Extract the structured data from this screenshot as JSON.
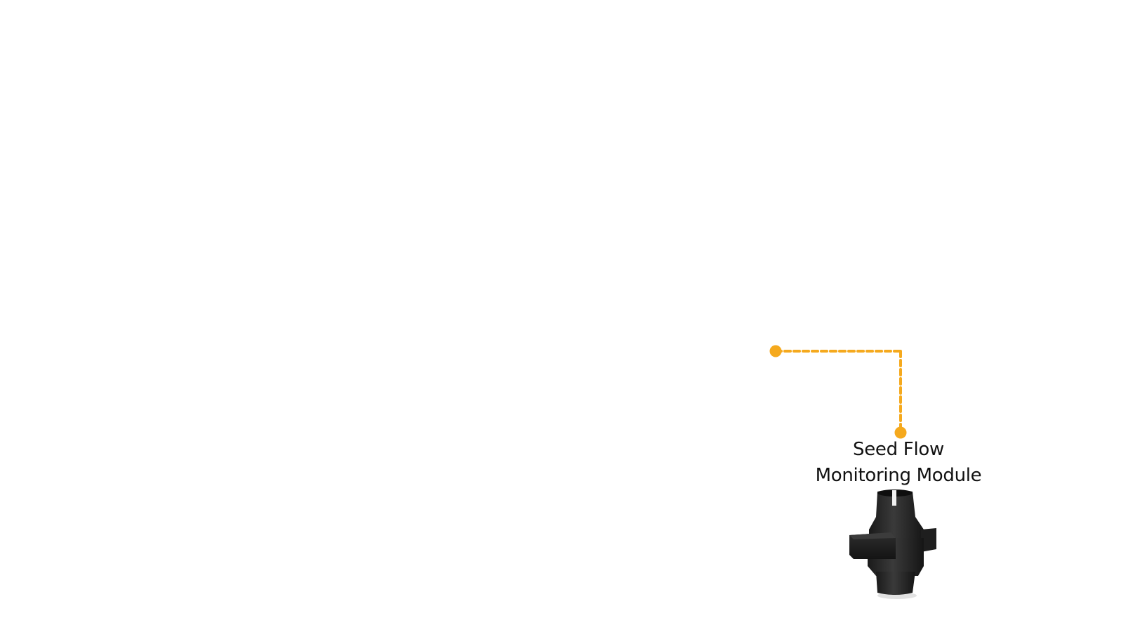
{
  "callout": {
    "title_line1": "Seed Flow",
    "title_line2": "Monitoring Module",
    "accent_color": "#F5A91D",
    "icon": "seed-flow-module-image"
  }
}
